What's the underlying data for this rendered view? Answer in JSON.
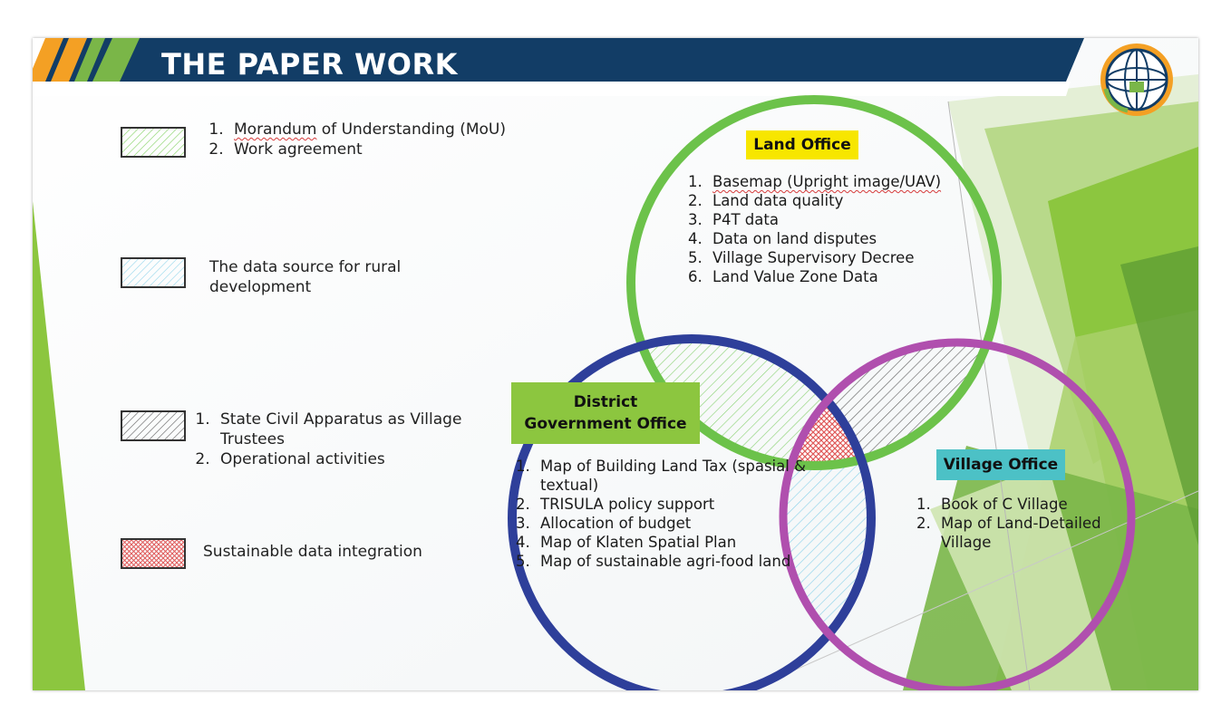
{
  "title": "THE PAPER WORK",
  "legend": {
    "green": {
      "items": [
        "Morandum of Understanding (MoU)",
        "Work agreement"
      ],
      "first_word": "Morandum",
      "rest": " of Understanding (MoU)"
    },
    "blue": {
      "text": "The data source for rural development"
    },
    "gray": {
      "items": [
        "State Civil Apparatus as Village Trustees",
        "Operational activities"
      ]
    },
    "red": {
      "text": "Sustainable data integration"
    }
  },
  "land_office": {
    "label": "Land Office",
    "items": [
      "Basemap (Upright image/UAV)",
      "Land data quality",
      "P4T data",
      "Data on land disputes",
      "Village Supervisory Decree",
      "Land Value Zone Data"
    ],
    "color": "#6cc24a",
    "label_bg": "#f7e600"
  },
  "district_office": {
    "label_line1": "District",
    "label_line2": "Government Office",
    "items": [
      "Map of Building Land Tax (spasial & textual)",
      "TRISULA policy support",
      "Allocation of budget",
      "Map of Klaten Spatial Plan",
      "Map of sustainable agri-food land"
    ],
    "color": "#2e3f9a",
    "label_bg": "#8cc63f"
  },
  "village_office": {
    "label": "Village Office",
    "items": [
      "Book of C Village",
      "Map of Land-Detailed Village"
    ],
    "color": "#b04fae",
    "label_bg": "#4cc1c6"
  },
  "colors": {
    "header": "#123d66",
    "accent_orange": "#f4a024",
    "accent_green": "#7ab648"
  }
}
